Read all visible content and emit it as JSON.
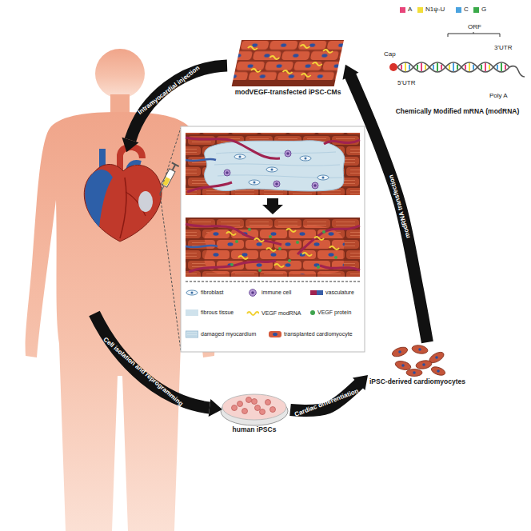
{
  "diagram": {
    "nodes": [
      {
        "text": [
          "modVEGF-transfected iPSC-CMs"
        ]
      },
      {
        "text": [
          "Chemically Modified mRNA (modRNA)"
        ]
      },
      {
        "text": [
          "iPSC-derived cardiomyocytes"
        ]
      },
      {
        "text": [
          "human iPSCs"
        ]
      }
    ],
    "edges": [
      {
        "from": 2,
        "to": 0,
        "label": "modRNA transfection",
        "arrow": "to"
      },
      {
        "from": 3,
        "to": 2,
        "label": "Cardiac differentiation",
        "arrow": "to"
      }
    ],
    "labels": [
      "Cap",
      "5'UTR",
      "ORF",
      "3'UTR",
      "Poly A",
      "Intramyocardial injection",
      "Cell isolation and reprogramming"
    ],
    "legend": [
      {
        "text": "A",
        "color": "#e8457a"
      },
      {
        "text": "N1ψ-U",
        "color": "#f2de3a"
      },
      {
        "text": "C",
        "color": "#4aa3df"
      },
      {
        "text": "G",
        "color": "#3aaa4a"
      },
      {
        "text": "fibroblast"
      },
      {
        "text": "immune cell"
      },
      {
        "text": "vasculature"
      },
      {
        "text": "fibrous tissue",
        "color": "#cfe2ec"
      },
      {
        "text": "VEGF modRNA"
      },
      {
        "text": "VEGF protein",
        "color": "#3fa34d"
      },
      {
        "text": "damaged myocardium"
      },
      {
        "text": "transplanted cardiomyocyte"
      }
    ]
  }
}
